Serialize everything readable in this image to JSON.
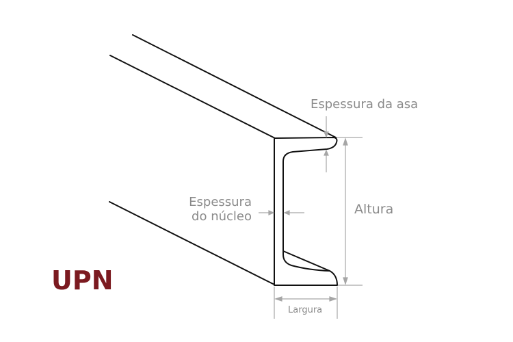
{
  "title": "UPN",
  "labels": {
    "flange_thickness": "Espessura da asa",
    "web_thickness_line1": "Espessura",
    "web_thickness_line2": "do núcleo",
    "height": "Altura",
    "width": "Largura"
  },
  "colors": {
    "title": "#7b1a20",
    "outline": "#111111",
    "dimension": "#a6a6a6",
    "label": "#8a8a8a",
    "background": "#ffffff"
  }
}
